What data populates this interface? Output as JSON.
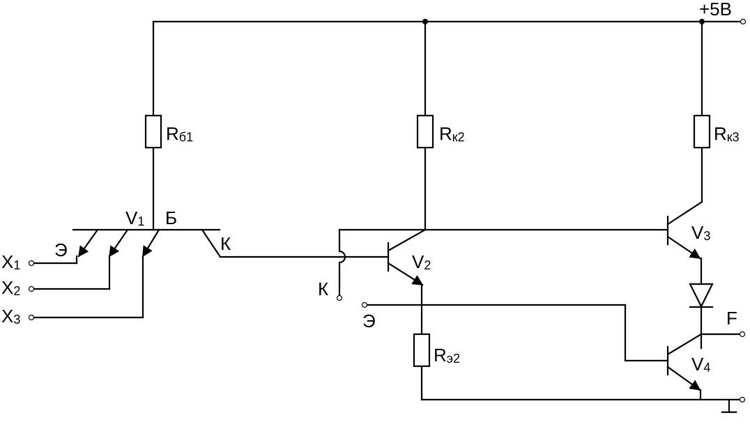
{
  "diagram": {
    "supply": "+5В",
    "resistors": {
      "rb1": {
        "main": "R",
        "sub": "б1"
      },
      "rk2": {
        "main": "R",
        "sub": "к2"
      },
      "rk3": {
        "main": "R",
        "sub": "к3"
      },
      "re2": {
        "main": "R",
        "sub": "э2"
      }
    },
    "transistors": {
      "v1": {
        "main": "V",
        "sub": "1"
      },
      "v2": {
        "main": "V",
        "sub": "2"
      },
      "v3": {
        "main": "V",
        "sub": "3"
      },
      "v4": {
        "main": "V",
        "sub": "4"
      }
    },
    "v1_pins": {
      "emitter": "Э",
      "base": "Б",
      "collector": "К"
    },
    "inputs": [
      {
        "main": "X",
        "sub": "1"
      },
      {
        "main": "X",
        "sub": "2"
      },
      {
        "main": "X",
        "sub": "3"
      }
    ],
    "expander": {
      "collector": "К",
      "emitter": "Э"
    },
    "output": "F"
  }
}
